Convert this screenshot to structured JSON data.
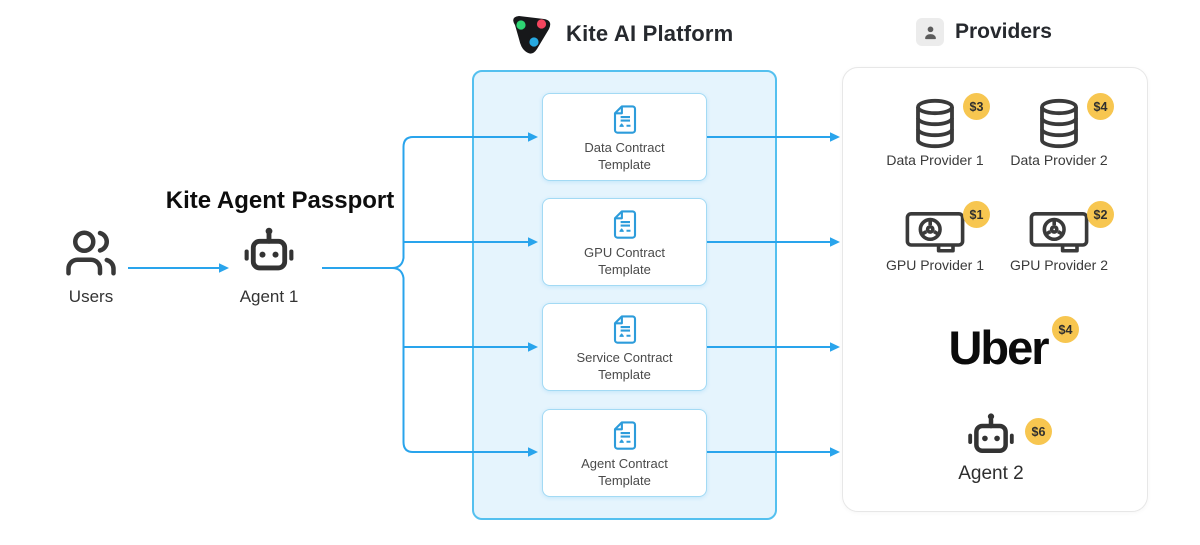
{
  "platform_header": {
    "title": "Kite AI Platform"
  },
  "providers_header": {
    "title": "Providers"
  },
  "passport": {
    "title": "Kite Agent Passport",
    "users_label": "Users",
    "agent_label": "Agent 1"
  },
  "templates": [
    {
      "line1": "Data Contract",
      "line2": "Template"
    },
    {
      "line1": "GPU Contract",
      "line2": "Template"
    },
    {
      "line1": "Service Contract",
      "line2": "Template"
    },
    {
      "line1": "Agent Contract",
      "line2": "Template"
    }
  ],
  "providers": [
    {
      "label": "Data Provider 1",
      "price": "$3"
    },
    {
      "label": "Data Provider 2",
      "price": "$4"
    },
    {
      "label": "GPU Provider 1",
      "price": "$1"
    },
    {
      "label": "GPU Provider 2",
      "price": "$2"
    },
    {
      "label": "Uber",
      "price": "$4"
    },
    {
      "label": "Agent 2",
      "price": "$6"
    }
  ],
  "colors": {
    "arrow_blue": "#29a4ec",
    "platform_fill": "#ddf1fc",
    "platform_border": "#54c0ef",
    "template_border": "#a3daf4",
    "doc_icon_blue": "#2d9cdb",
    "badge_yellow": "#f7c650",
    "logo_green": "#2ed573",
    "logo_red": "#f4455e",
    "logo_blue": "#27a9e1"
  }
}
